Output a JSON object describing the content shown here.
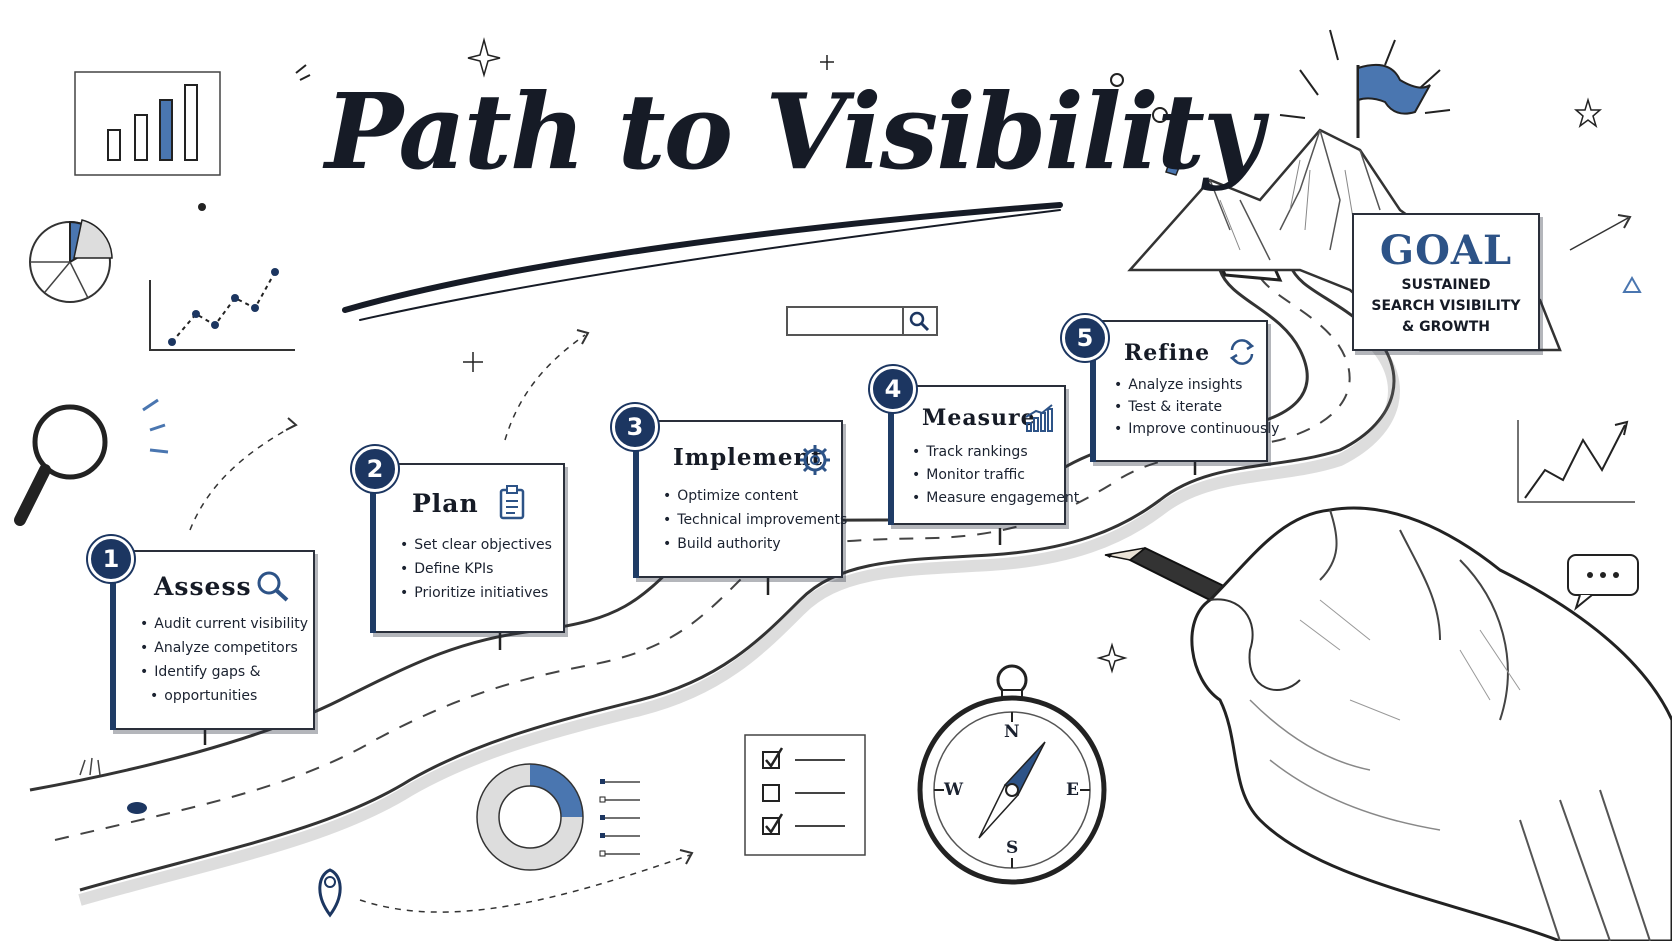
{
  "title": "Path to Visibility",
  "steps": [
    {
      "num": "1",
      "title": "Assess",
      "items": [
        "Audit current visibility",
        "Analyze competitors",
        "Identify gaps &",
        "opportunities"
      ],
      "icon": "magnifier-icon"
    },
    {
      "num": "2",
      "title": "Plan",
      "items": [
        "Set clear objectives",
        "Define KPIs",
        "Prioritize initiatives"
      ],
      "icon": "clipboard-icon"
    },
    {
      "num": "3",
      "title": "Implement",
      "items": [
        "Optimize content",
        "Technical improvements",
        "Build authority"
      ],
      "icon": "gear-icon"
    },
    {
      "num": "4",
      "title": "Measure",
      "items": [
        "Track rankings",
        "Monitor traffic",
        "Measure engagement"
      ],
      "icon": "bar-chart-icon"
    },
    {
      "num": "5",
      "title": "Refine",
      "items": [
        "Analyze insights",
        "Test & iterate",
        "Improve continuously"
      ],
      "icon": "refresh-icon"
    }
  ],
  "goal": {
    "title": "GOAL",
    "line1": "SUSTAINED",
    "line2": "SEARCH VISIBILITY",
    "line3": "& GROWTH"
  },
  "compass": {
    "n": "N",
    "s": "S",
    "e": "E",
    "w": "W"
  },
  "colors": {
    "ink": "#161b26",
    "accent": "#1c3661",
    "accent_light": "#4a76b0"
  }
}
